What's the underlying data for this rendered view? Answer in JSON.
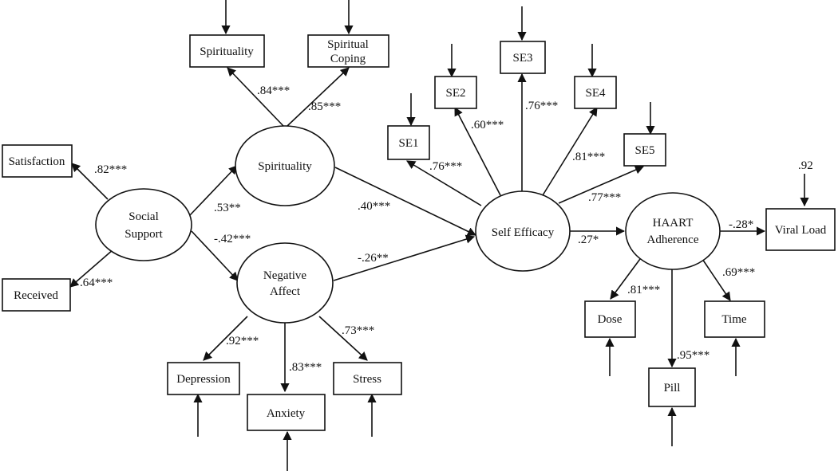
{
  "nodes": {
    "spirituality_item": "Spirituality",
    "spiritual_coping_1": "Spiritual",
    "spiritual_coping_2": "Coping",
    "satisfaction": "Satisfaction",
    "received": "Received",
    "social_support_1": "Social",
    "social_support_2": "Support",
    "spirituality_latent": "Spirituality",
    "negative_affect_1": "Negative",
    "negative_affect_2": "Affect",
    "depression": "Depression",
    "anxiety": "Anxiety",
    "stress": "Stress",
    "se1": "SE1",
    "se2": "SE2",
    "se3": "SE3",
    "se4": "SE4",
    "se5": "SE5",
    "self_efficacy": "Self Efficacy",
    "haart_1": "HAART",
    "haart_2": "Adherence",
    "viral_load": "Viral Load",
    "dose": "Dose",
    "pill": "Pill",
    "time": "Time"
  },
  "paths": {
    "ss_satisfaction": ".82***",
    "ss_received": ".64***",
    "ss_spirituality": ".53**",
    "ss_negaffect": "-.42***",
    "spir_item": ".84***",
    "spir_coping": ".85***",
    "spir_se": ".40***",
    "na_se": "-.26**",
    "na_depression": ".92***",
    "na_anxiety": ".83***",
    "na_stress": ".73***",
    "se_se1": ".76***",
    "se_se2": ".60***",
    "se_se3": ".76***",
    "se_se4": ".81***",
    "se_se5": ".77***",
    "se_haart": ".27*",
    "haart_viral": "-.28*",
    "haart_dose": ".81***",
    "haart_pill": ".95***",
    "haart_time": ".69***",
    "viral_residual": ".92"
  }
}
